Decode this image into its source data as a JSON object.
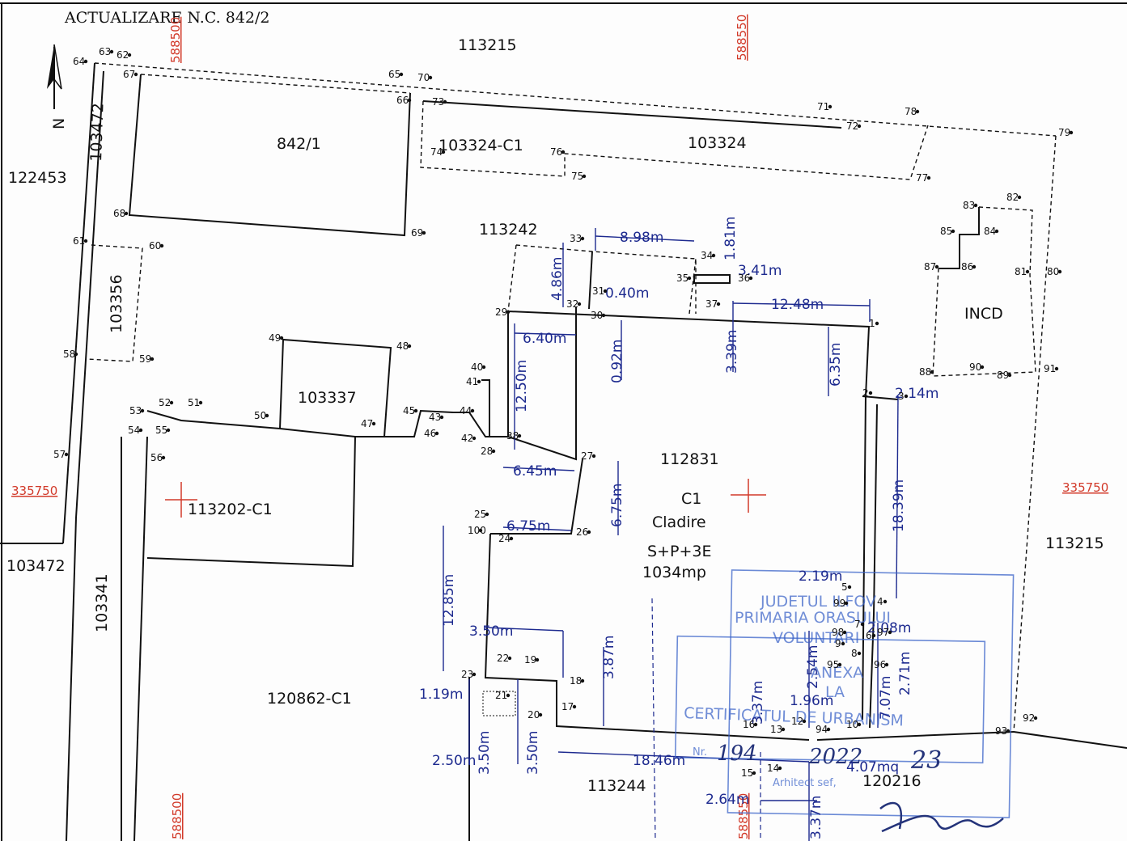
{
  "title": "ACTUALIZARE N.C. 842/2",
  "parcels": {
    "p113215_top": "113215",
    "p842_1": "842/1",
    "p103324_c1": "103324-C1",
    "p103324": "103324",
    "p122453": "122453",
    "p103472_v": "103472",
    "p113242": "113242",
    "p103356": "103356",
    "p103337": "103337",
    "p112831": "112831",
    "p113202_c1": "113202-C1",
    "p103472": "103472",
    "p103341": "103341",
    "p120862_c1": "120862-C1",
    "p113244": "113244",
    "p113215_right": "113215",
    "p120216": "120216",
    "incd": "INCD"
  },
  "building": {
    "c1": "C1",
    "name": "Cladire",
    "levels": "S+P+3E",
    "area": "1034mp"
  },
  "grid_coords": {
    "x_588500_top": "588500",
    "x_588550_top": "588550",
    "y_335750_left": "335750",
    "y_335750_right": "335750",
    "x_588500_bottom": "588500",
    "x_588550_bottom": "588550"
  },
  "dimensions": {
    "d898": "8.98m",
    "d181": "1.81m",
    "d341": "3.41m",
    "d486": "4.86m",
    "d040": "0.40m",
    "d1248": "12.48m",
    "d640": "6.40m",
    "d092": "0.92m",
    "d339": "3.39m",
    "d635": "6.35m",
    "d1250": "12.50m",
    "d214": "2.14m",
    "d645": "6.45m",
    "d675v": "6.75m",
    "d675h": "6.75m",
    "d1839": "18.39m",
    "d1285": "12.85m",
    "d219": "2.19m",
    "d350a": "3.50m",
    "d387": "3.87m",
    "d208": "2.08m",
    "d254": "2.54m",
    "d119": "1.19m",
    "d196": "1.96m",
    "d337a": "3.37m",
    "d707": "7.07m",
    "d271": "2.71m",
    "d250": "2.50m",
    "d350b": "3.50m",
    "d350c": "3.50m",
    "d1846": "18.46m",
    "d407": "4.07mq",
    "d264": "2.64m",
    "d337b": "3.37m"
  },
  "stamp": {
    "line1": "JUDETUL ILFOV",
    "line2": "PRIMARIA ORASULUI",
    "line3": "VOLUNTARI",
    "line4": "ANEXA",
    "line5": "LA",
    "line6": "CERTIFICATUL DE URBANISM",
    "nr_label": "Nr.",
    "nr_value": "194",
    "date_value": "2022",
    "day_value": "23",
    "arhitect": "Arhitect sef,"
  },
  "orientation": {
    "north": "N"
  },
  "point_numbers": [
    "1",
    "2",
    "3",
    "4",
    "5",
    "6",
    "7",
    "8",
    "9",
    "10",
    "12",
    "13",
    "14",
    "15",
    "16",
    "17",
    "18",
    "19",
    "20",
    "21",
    "22",
    "23",
    "24",
    "25",
    "26",
    "27",
    "28",
    "29",
    "30",
    "31",
    "32",
    "33",
    "34",
    "35",
    "36",
    "37",
    "38",
    "40",
    "41",
    "42",
    "43",
    "44",
    "45",
    "46",
    "47",
    "48",
    "49",
    "50",
    "51",
    "52",
    "53",
    "54",
    "55",
    "56",
    "57",
    "58",
    "59",
    "60",
    "61",
    "62",
    "63",
    "64",
    "65",
    "66",
    "67",
    "68",
    "69",
    "70",
    "71",
    "72",
    "73",
    "74",
    "75",
    "76",
    "77",
    "78",
    "79",
    "80",
    "81",
    "82",
    "83",
    "84",
    "85",
    "86",
    "87",
    "88",
    "89",
    "90",
    "91",
    "92",
    "93",
    "94",
    "95",
    "96",
    "97",
    "98",
    "99",
    "100"
  ],
  "colors": {
    "ink": "#111111",
    "dimension_blue": "#1d2a8f",
    "coord_red": "#d23a2a",
    "stamp_blue": "#3a63c8"
  }
}
